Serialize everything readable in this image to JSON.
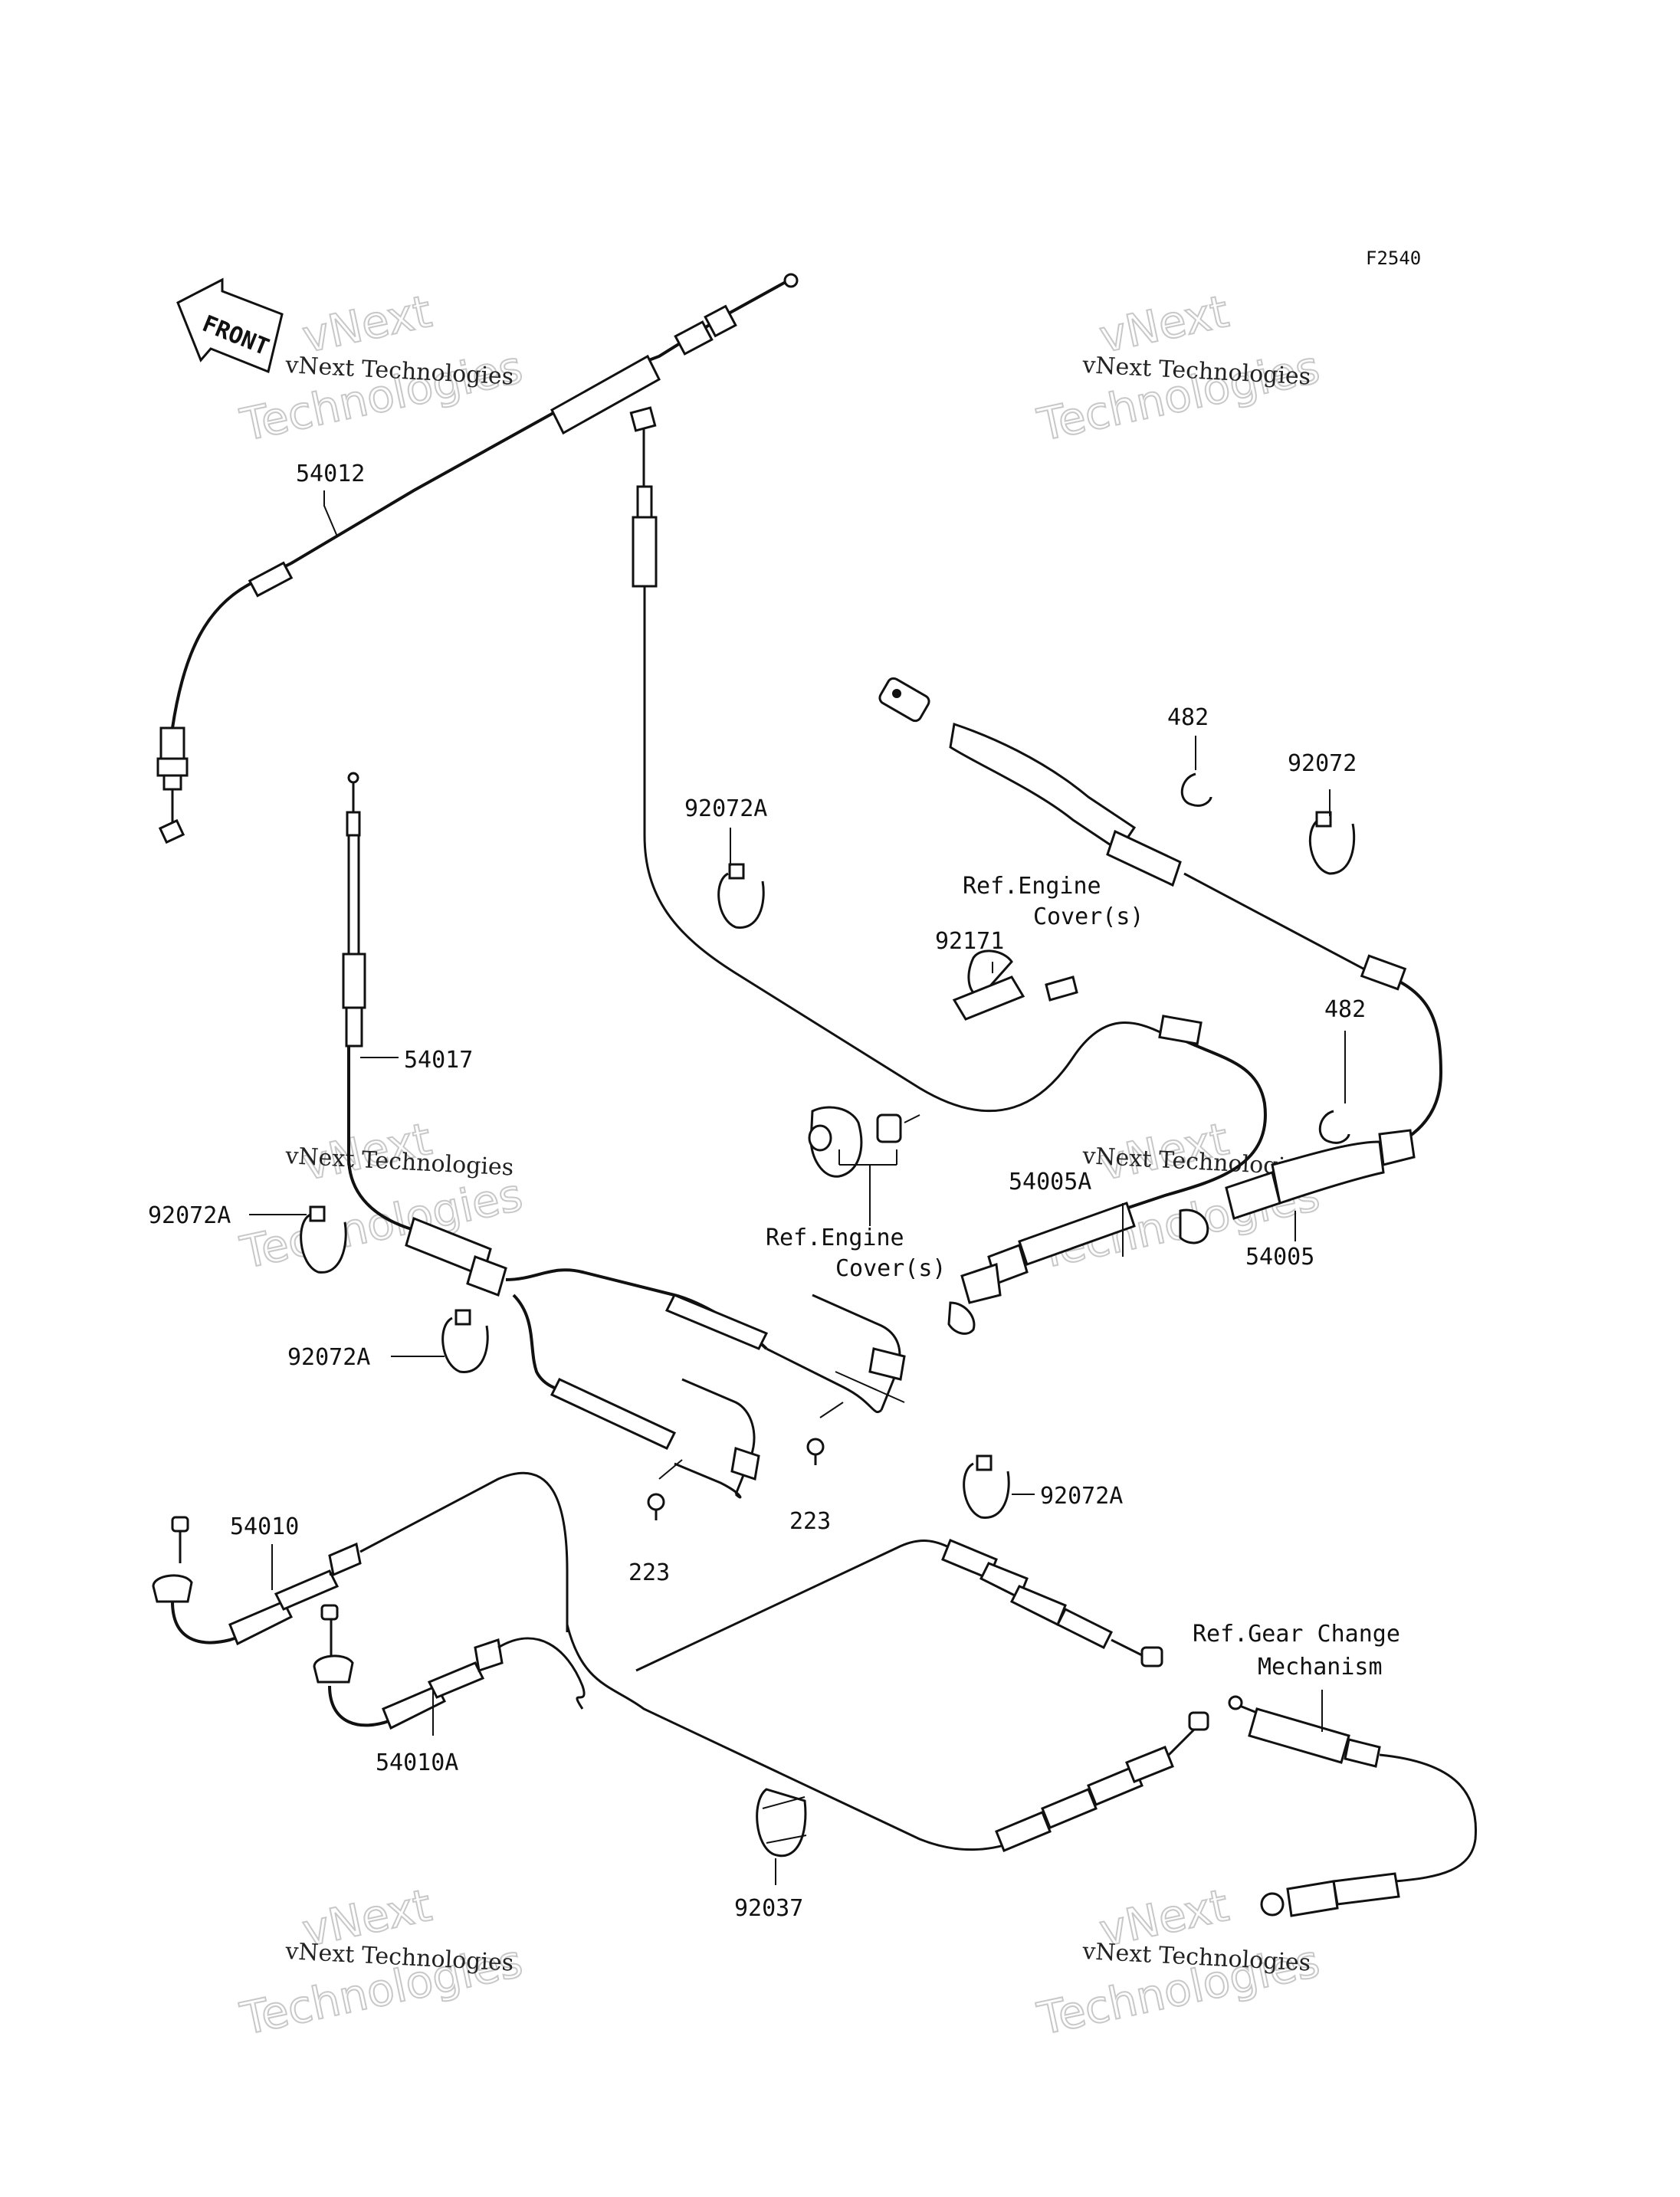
{
  "diagram_code": "F2540",
  "front_marker": "FRONT",
  "watermark": {
    "small": "vNext Technologies",
    "big_line1": "vNext",
    "big_line2": "Technologies"
  },
  "parts": {
    "p54012": "54012",
    "p54017": "54017",
    "p482_top": "482",
    "p92072": "92072",
    "p92072A_top": "92072A",
    "p92171": "92171",
    "p482_mid": "482",
    "p54005A": "54005A",
    "p54005": "54005",
    "p92072A_left": "92072A",
    "p92072A_mid": "92072A",
    "p223_right": "223",
    "p223_left": "223",
    "p92072A_right": "92072A",
    "p54010": "54010",
    "p54010A": "54010A",
    "p92037": "92037"
  },
  "refs": {
    "engine_cover_top_l1": "Ref.Engine",
    "engine_cover_top_l2": "Cover(s)",
    "engine_cover_mid_l1": "Ref.Engine",
    "engine_cover_mid_l2": "Cover(s)",
    "gear_change_l1": "Ref.Gear Change",
    "gear_change_l2": "Mechanism"
  }
}
